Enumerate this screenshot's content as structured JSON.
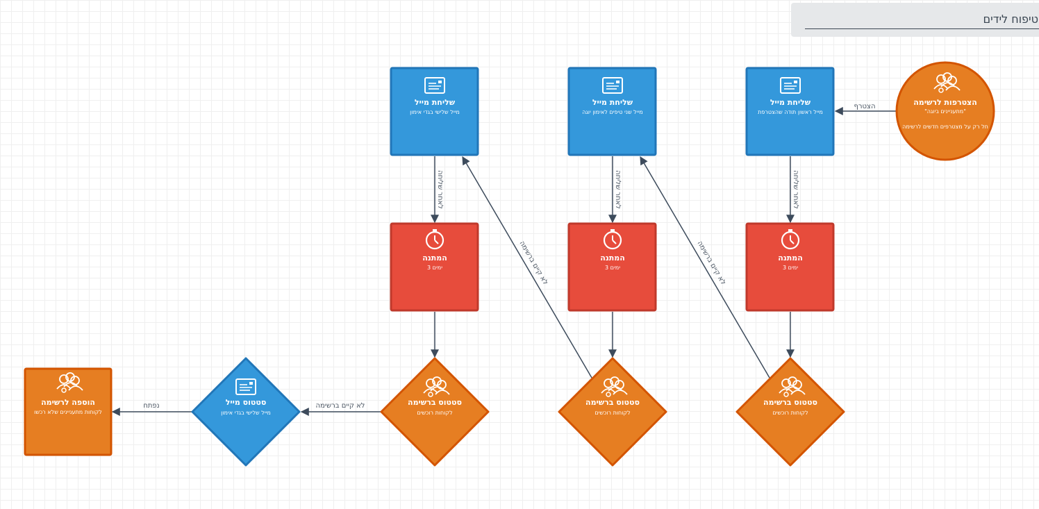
{
  "header": {
    "title": "טיפוח לידים"
  },
  "nodes": {
    "join": {
      "title": "הצטרפות לרשימה",
      "subtitle": "\"מתעניינים ביוגה\"",
      "note": "חל רק על מצטרפים חדשים לרשימה"
    },
    "email1": {
      "title": "שליחת מייל",
      "subtitle": "מייל ראשון תודה שהצטרפת"
    },
    "email2": {
      "title": "שליחת מייל",
      "subtitle": "מייל שני טיפים לאימון יוגה"
    },
    "email3": {
      "title": "שליחת מייל",
      "subtitle": "מייל שלישי בגדי אימון"
    },
    "wait1": {
      "title": "המתנה",
      "subtitle": "3 ימים"
    },
    "wait2": {
      "title": "המתנה",
      "subtitle": "3 ימים"
    },
    "wait3": {
      "title": "המתנה",
      "subtitle": "3 ימים"
    },
    "status1": {
      "title": "סטטוס ברשימה",
      "subtitle": "לקוחות רוכשים"
    },
    "status2": {
      "title": "סטטוס ברשימה",
      "subtitle": "לקוחות רוכשים"
    },
    "status3": {
      "title": "סטטוס ברשימה",
      "subtitle": "לקוחות רוכשים"
    },
    "email_status": {
      "title": "סטטוס מייל",
      "subtitle": "מייל שלישי בגדי אימון"
    },
    "add_list": {
      "title": "הוספה לרשימה",
      "subtitle": "לקוחות מתעניינים שלא רכשו"
    }
  },
  "edges": {
    "joined": "הצטרף",
    "after_send1": "לאחר שליחה",
    "after_send2": "לאחר שליחה",
    "after_send3": "לאחר שליחה",
    "not_in_list1": "לא קיים ברשימה",
    "not_in_list2": "לא קיים ברשימה",
    "not_in_list3": "לא קיים ברשימה",
    "opened": "נפתח"
  },
  "colors": {
    "blue": "#3498db",
    "blue_border": "#2176b8",
    "red": "#e74c3c",
    "red_border": "#c0392b",
    "orange": "#e67e22",
    "orange_border": "#d35400",
    "edge": "#3d4b5c"
  },
  "icons": {
    "email": "email-card-icon",
    "timer": "stopwatch-icon",
    "people": "people-group-icon"
  }
}
